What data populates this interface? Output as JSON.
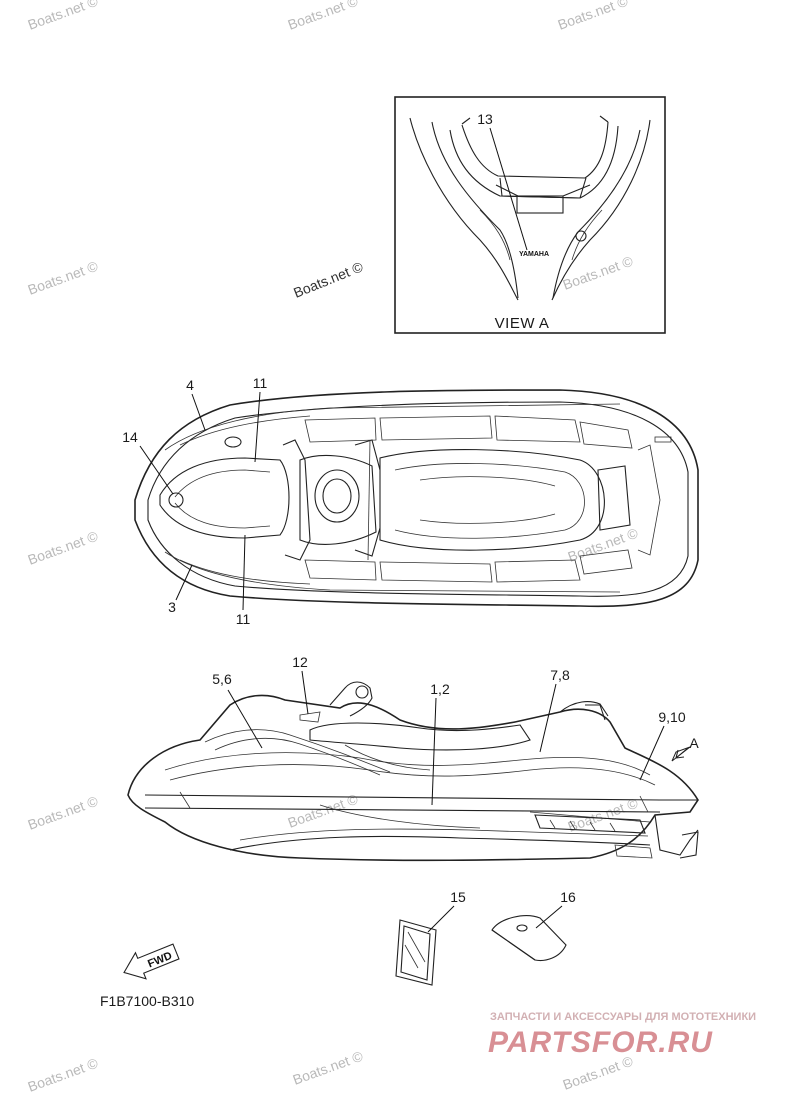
{
  "watermark": "Boats.net ©",
  "view_a": {
    "title": "VIEW A",
    "callout": "13",
    "logo_text": "YAMAHA"
  },
  "top_view": {
    "callouts": [
      "4",
      "11",
      "14",
      "3",
      "11"
    ]
  },
  "side_view": {
    "callouts": [
      "12",
      "5,6",
      "1,2",
      "7,8",
      "9,10"
    ],
    "arrow_label": "A"
  },
  "parts": {
    "callouts": [
      "15",
      "16"
    ]
  },
  "fwd_label": "FWD",
  "diagram_code": "F1B7100-B310",
  "brand": {
    "tagline": "ЗАПЧАСТИ И АКСЕССУАРЫ ДЛЯ МОТОТЕХНИКИ",
    "logo": "PARTSFOR.RU"
  },
  "colors": {
    "line": "#222222",
    "watermark": "#b9b9b9",
    "brand": "#d88f94"
  }
}
